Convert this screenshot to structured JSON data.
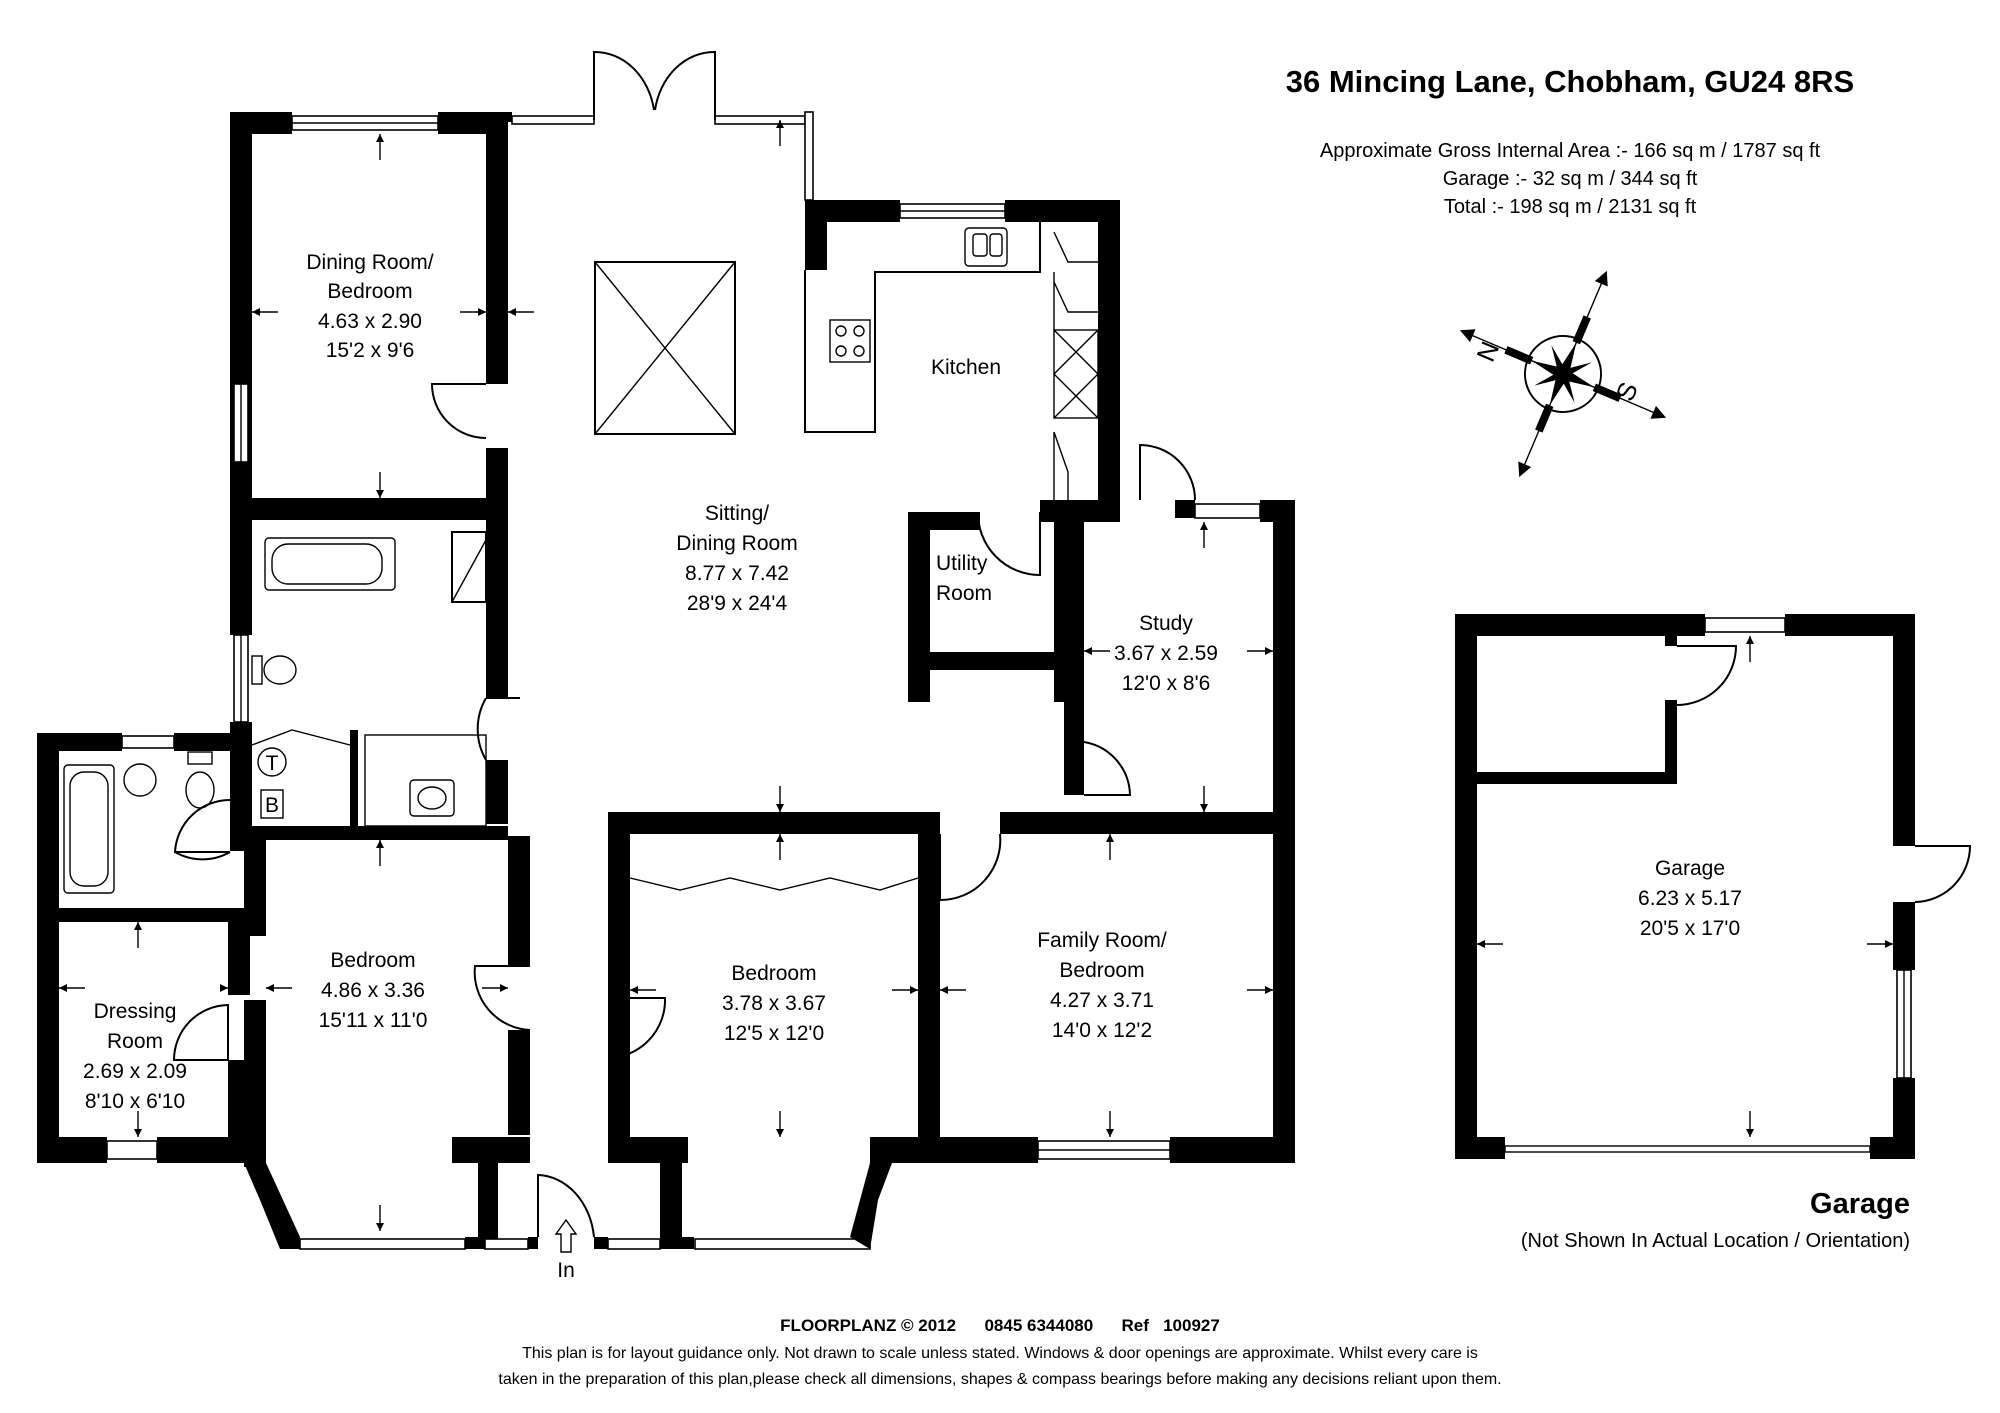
{
  "header": {
    "address": "36 Mincing Lane, Chobham, GU24 8RS",
    "area_lines": [
      "Approximate Gross Internal Area :- 166 sq m / 1787 sq ft",
      "Garage :- 32 sq m / 344 sq ft",
      "Total :- 198 sq m / 2131 sq ft"
    ]
  },
  "compass": {
    "north": "N",
    "south": "S"
  },
  "rooms": {
    "dining_bedroom": {
      "lines": [
        "Dining Room/",
        "Bedroom",
        "4.63 x 2.90",
        "15'2 x 9'6"
      ]
    },
    "kitchen": {
      "lines": [
        "Kitchen"
      ]
    },
    "sitting": {
      "lines": [
        "Sitting/",
        "Dining Room",
        "8.77 x 7.42",
        "28'9 x 24'4"
      ]
    },
    "utility": {
      "lines": [
        "Utility",
        "Room"
      ]
    },
    "study": {
      "lines": [
        "Study",
        "3.67 x 2.59",
        "12'0 x 8'6"
      ]
    },
    "bedroom_left": {
      "lines": [
        "Bedroom",
        "4.86 x 3.36",
        "15'11 x 11'0"
      ]
    },
    "dressing": {
      "lines": [
        "Dressing",
        "Room",
        "2.69 x 2.09",
        "8'10 x 6'10"
      ]
    },
    "bedroom_mid": {
      "lines": [
        "Bedroom",
        "3.78 x 3.67",
        "12'5 x 12'0"
      ]
    },
    "family": {
      "lines": [
        "Family Room/",
        "Bedroom",
        "4.27 x 3.71",
        "14'0 x 12'2"
      ]
    },
    "garage": {
      "lines": [
        "Garage",
        "6.23 x 5.17",
        "20'5 x 17'0"
      ]
    }
  },
  "symbols": {
    "tank": "T",
    "boiler": "B",
    "entrance": "In"
  },
  "garage_caption": {
    "heading": "Garage",
    "note": "(Not Shown In Actual Location / Orientation)"
  },
  "footer": {
    "credit": "FLOORPLANZ © 2012      0845 6344080      Ref   100927",
    "disclaimer_1": "This plan is for layout guidance only. Not drawn to scale unless stated. Windows & door openings are approximate. Whilst every care is",
    "disclaimer_2": "taken in the preparation of this plan,please check all dimensions, shapes & compass bearings before making any decisions reliant upon them."
  }
}
